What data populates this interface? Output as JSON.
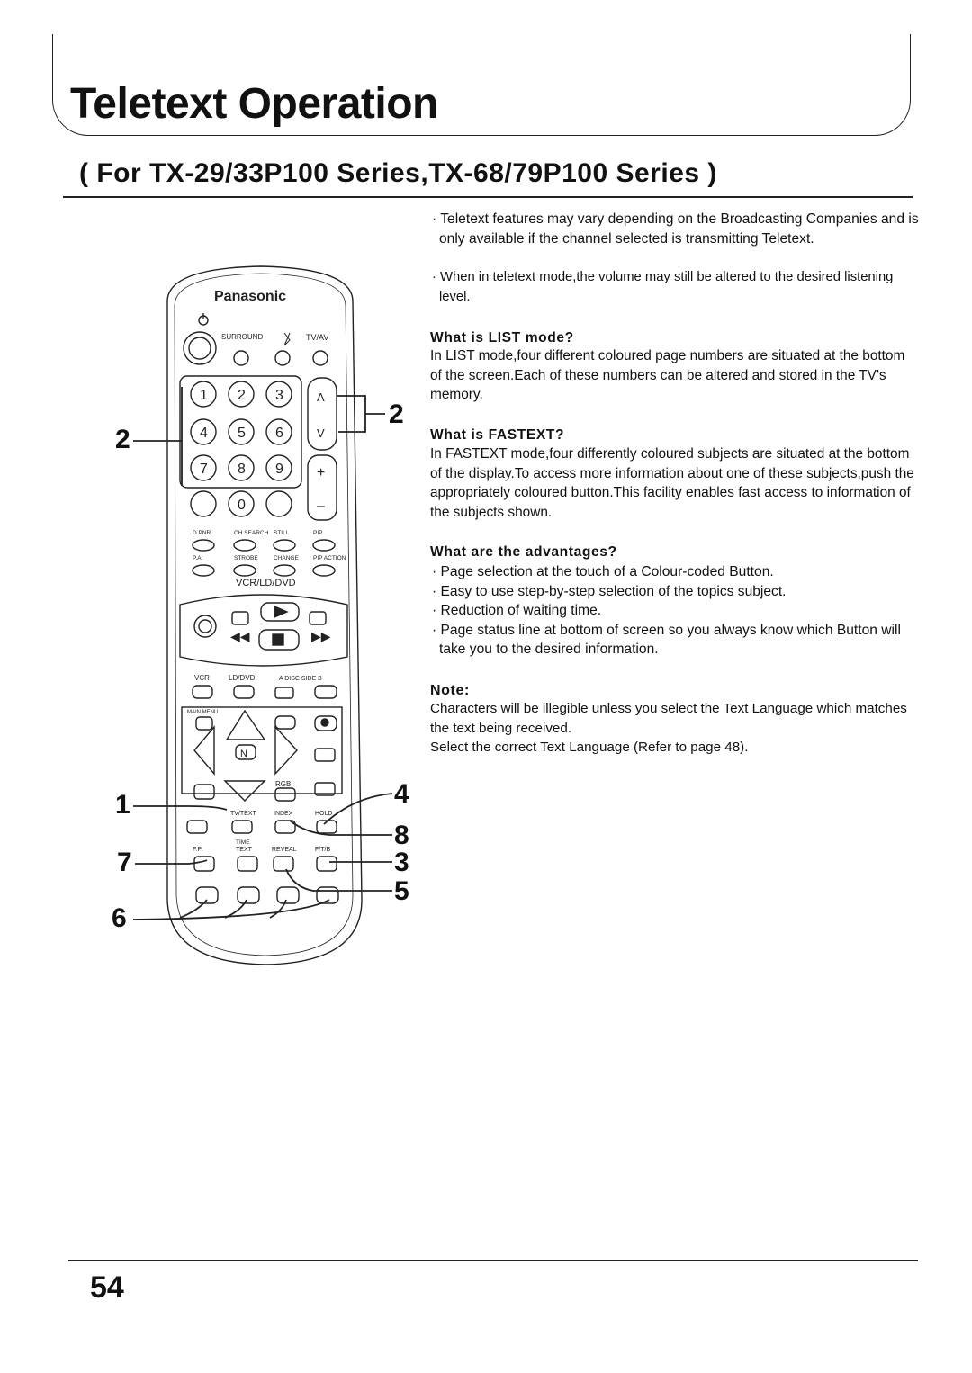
{
  "header": {
    "title": "Teletext Operation",
    "subtitle": "( For TX-29/33P100 Series,TX-68/79P100 Series )"
  },
  "intro": [
    "Teletext features may vary depending on the Broadcasting Companies and is only available if the channel selected is transmitting Teletext.",
    "When in teletext mode,the volume may still be altered to the desired listening level."
  ],
  "list_mode": {
    "heading": "What is LIST mode?",
    "body": "In LIST mode,four different coloured page numbers are situated at the bottom of the screen.Each of these numbers can be altered and stored in the TV's memory."
  },
  "fastext": {
    "heading": "What is FASTEXT?",
    "body": "In FASTEXT mode,four differently coloured subjects are situated at the bottom of the display.To access more information about one of these subjects,push the appropriately coloured button.This facility enables fast access to information of the subjects shown."
  },
  "advantages": {
    "heading": "What are the advantages?",
    "items": [
      "Page selection at the touch of a Colour-coded Button.",
      "Easy to use step-by-step selection of the topics subject.",
      "Reduction of waiting time.",
      "Page status line at bottom of screen so you always know which Button will take you to the desired information."
    ]
  },
  "note": {
    "heading": "Note:",
    "body1": "Characters will be illegible unless you select the Text Language which matches the text being received.",
    "body2": "Select the correct Text Language (Refer to page 48)."
  },
  "remote": {
    "brand": "Panasonic",
    "top_labels": {
      "surround": "SURROUND",
      "tvav": "TV/AV"
    },
    "digits": [
      "1",
      "2",
      "3",
      "4",
      "5",
      "6",
      "7",
      "8",
      "9",
      "0"
    ],
    "ch_up": "Λ",
    "ch_down": "V",
    "vol_plus": "+",
    "vol_minus": "–",
    "row1_labels": [
      "D.PNR",
      "CH SEARCH",
      "STILL",
      "PIP"
    ],
    "row2_labels": [
      "P.AI",
      "STROBE",
      "CHANGE",
      "PIP ACTION"
    ],
    "vcr_ld_dvd": "VCR/LD/DVD",
    "mode_labels": {
      "vcr": "VCR",
      "lddvd": "LD/DVD",
      "disc": "A DISC SIDE B"
    },
    "main_menu": "MAIN MENU",
    "n_label": "N",
    "rgb": "RGB",
    "tt_row1_labels": [
      "TV/TEXT",
      "INDEX",
      "HOLD"
    ],
    "time_label": "TIME",
    "tt_row2_labels": [
      "F.P.",
      "TEXT",
      "REVEAL",
      "F/T/B"
    ]
  },
  "callouts": {
    "left": [
      "2",
      "1",
      "7",
      "6"
    ],
    "right": [
      "2",
      "4",
      "8",
      "3",
      "5"
    ]
  },
  "page_number": "54"
}
